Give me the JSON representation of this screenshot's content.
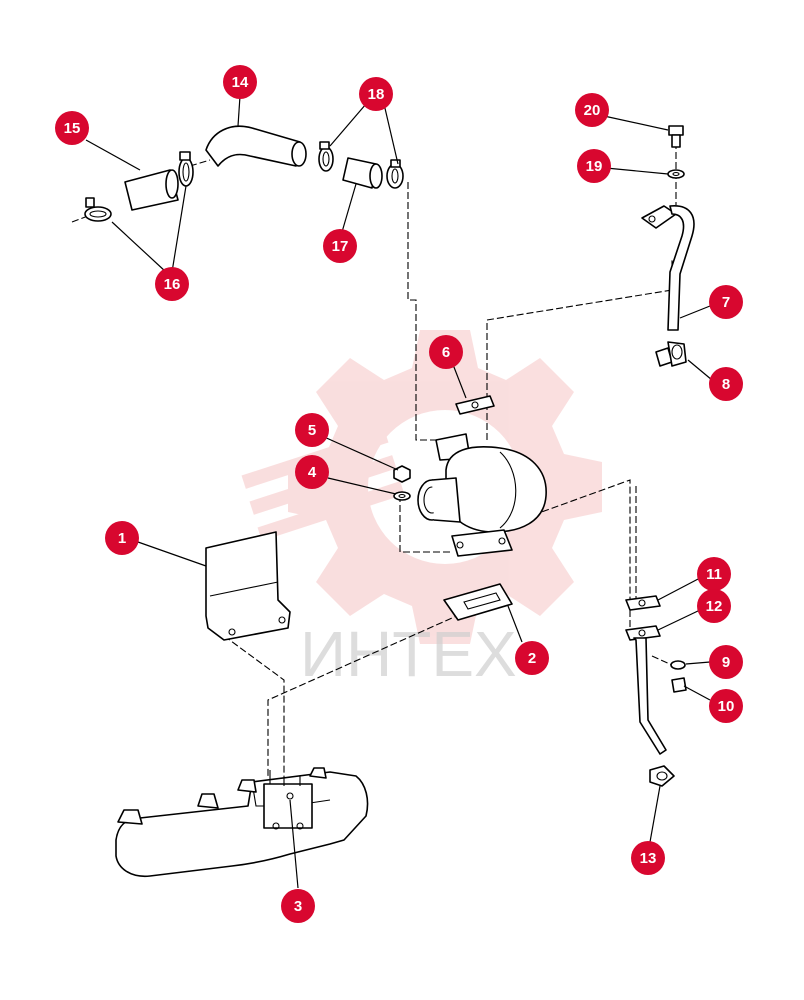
{
  "watermark": {
    "text": "ИНТЕХ",
    "color": "#e03b3b"
  },
  "callout_color": "#d8072f",
  "callouts": [
    {
      "id": "1",
      "label": "1",
      "part": "heat-shield"
    },
    {
      "id": "2",
      "label": "2",
      "part": "turbo-flange-gasket"
    },
    {
      "id": "3",
      "label": "3",
      "part": "exhaust-manifold"
    },
    {
      "id": "4",
      "label": "4",
      "part": "washer"
    },
    {
      "id": "5",
      "label": "5",
      "part": "nut"
    },
    {
      "id": "6",
      "label": "6",
      "part": "oil-feed-gasket"
    },
    {
      "id": "7",
      "label": "7",
      "part": "oil-feed-pipe"
    },
    {
      "id": "8",
      "label": "8",
      "part": "fitting"
    },
    {
      "id": "9",
      "label": "9",
      "part": "washer"
    },
    {
      "id": "10",
      "label": "10",
      "part": "bolt"
    },
    {
      "id": "11",
      "label": "11",
      "part": "drain-gasket"
    },
    {
      "id": "12",
      "label": "12",
      "part": "drain-gasket"
    },
    {
      "id": "13",
      "label": "13",
      "part": "drain-fitting"
    },
    {
      "id": "14",
      "label": "14",
      "part": "intake-elbow-hose"
    },
    {
      "id": "15",
      "label": "15",
      "part": "intake-sleeve"
    },
    {
      "id": "16",
      "label": "16",
      "part": "hose-clamp"
    },
    {
      "id": "17",
      "label": "17",
      "part": "hose-sleeve"
    },
    {
      "id": "18",
      "label": "18",
      "part": "hose-clamp"
    },
    {
      "id": "19",
      "label": "19",
      "part": "washer"
    },
    {
      "id": "20",
      "label": "20",
      "part": "bolt"
    }
  ]
}
